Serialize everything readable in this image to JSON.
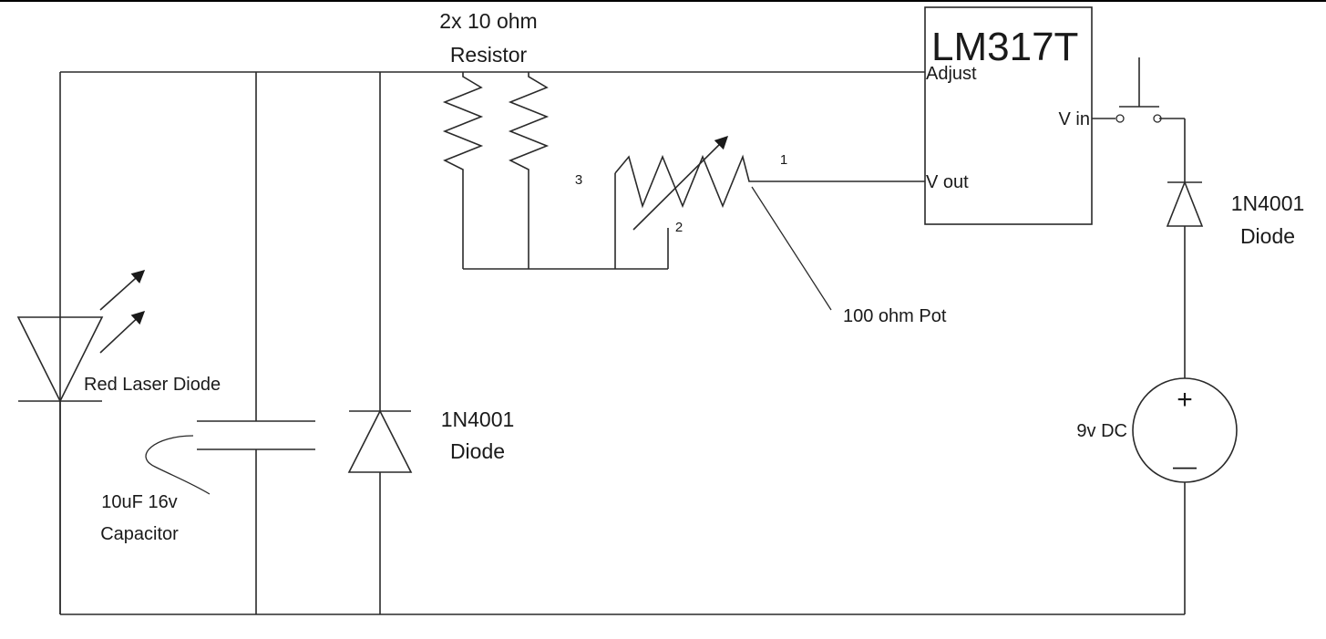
{
  "components": {
    "resistors_label_line1": "2x 10 ohm",
    "resistors_label_line2": "Resistor",
    "regulator_name": "LM317T",
    "regulator_pin_adjust": "Adjust",
    "regulator_pin_vin": "V in",
    "regulator_pin_vout": "V out",
    "pot_pin_1": "1",
    "pot_pin_2": "2",
    "pot_pin_3": "3",
    "pot_label": "100 ohm Pot",
    "laser_label": "Red Laser Diode",
    "capacitor_label_line1": "10uF 16v",
    "capacitor_label_line2": "Capacitor",
    "diode_center_line1": "1N4001",
    "diode_center_line2": "Diode",
    "diode_right_line1": "1N4001",
    "diode_right_line2": "Diode",
    "battery_label": "9v DC",
    "battery_plus": "+",
    "battery_minus": "—"
  }
}
